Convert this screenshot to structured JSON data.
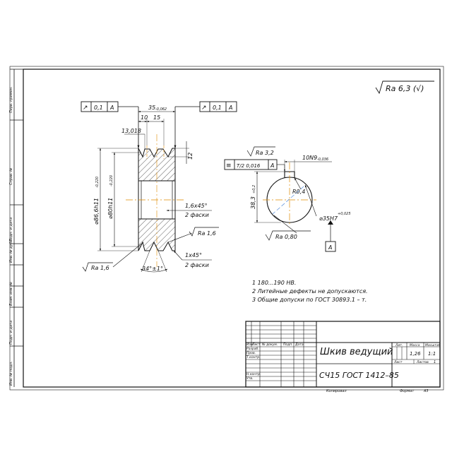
{
  "roughness": {
    "general": "Ra 6,3 (√)",
    "top_surface": "Ra 3,2",
    "bore": "Ra 0,80",
    "groove": "Ra 1,6",
    "left": "Ra 1,6"
  },
  "tolerance_frames": {
    "left": {
      "symbol": "↗",
      "value": "0,1",
      "datum": "A"
    },
    "right": {
      "symbol": "↗",
      "value": "0,1",
      "datum": "A"
    },
    "keyway": {
      "symbol": "≡",
      "value": "T/2 0,016",
      "datum": "A"
    }
  },
  "dimensions": {
    "width": "35",
    "width_tol": "-0,062",
    "groove_pitch": "15",
    "groove_edge": "10",
    "groove_top": "13,018",
    "groove_depth": "12",
    "outer_dia": "⌀86,6h11",
    "outer_dia_tol": "-0,220",
    "pitch_dia": "⌀80h11",
    "pitch_dia_tol": "-0,220",
    "chamfer_bore": "1,6x45°",
    "chamfer_bore_note": "2 фаски",
    "chamfer_outer": "1x45°",
    "chamfer_outer_note": "2 фаски",
    "groove_angle": "34°±1°",
    "keyway_width": "10N9",
    "keyway_width_tol": "-0,036",
    "keyway_depth": "38,3",
    "keyway_depth_tol": "+0,2",
    "keyway_radius": "R0,4",
    "bore_dia": "⌀35H7",
    "bore_dia_tol": "+0,025"
  },
  "datum_label": "A",
  "notes": [
    "1  180...190 HB.",
    "2  Литейные дефекты не допускаются.",
    "3  Общие допуски по ГОСТ 30893.1 – т."
  ],
  "title_block": {
    "name": "Шкив ведущий",
    "material": "СЧ15 ГОСТ 1412–85",
    "mass": "1,26",
    "scale": "1:1",
    "lit_label": "Лит.",
    "mass_label": "Масса",
    "scale_label": "Масштаб",
    "sheet_label": "Лист",
    "sheets_label": "Листов",
    "sheets_value": "1",
    "col_izm": "Изм.",
    "col_list": "Лист",
    "col_doc": "№ докум.",
    "col_sign": "Подп.",
    "col_date": "Дата",
    "row_razrab": "Разраб.",
    "row_prov": "Пров.",
    "row_tkontr": "Т.контр.",
    "row_nkontr": "Н.контр.",
    "row_utv": "Утв.",
    "copied": "Копировал",
    "format": "Формат",
    "format_value": "A3"
  },
  "side_strip": [
    "Перв. примен.",
    "Справ. №",
    "Подп. и дата",
    "Инв. № дубл.",
    "Взам. инв. №",
    "Подп. и дата",
    "Инв. № подл."
  ]
}
